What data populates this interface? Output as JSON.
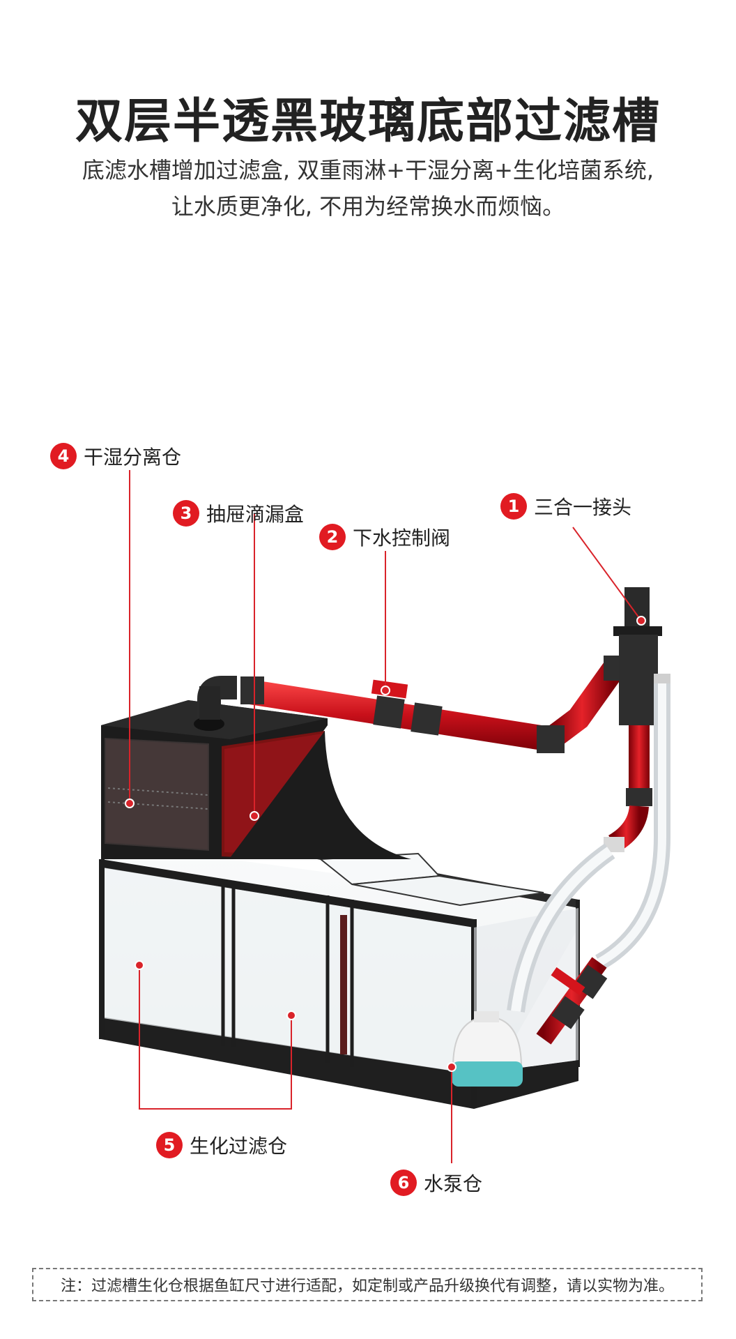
{
  "header": {
    "title": "双层半透黑玻璃底部过滤槽",
    "subtitle_line1": "底滤水槽增加过滤盒, 双重雨淋+干湿分离+生化培菌系统,",
    "subtitle_line2": "让水质更净化, 不用为经常换水而烦恼。"
  },
  "callouts": [
    {
      "num": "1",
      "text": "三合一接头"
    },
    {
      "num": "2",
      "text": "下水控制阀"
    },
    {
      "num": "3",
      "text": "抽屉滴漏盒"
    },
    {
      "num": "4",
      "text": "干湿分离仓"
    },
    {
      "num": "5",
      "text": "生化过滤仓"
    },
    {
      "num": "6",
      "text": "水泵仓"
    }
  ],
  "colors": {
    "accent": "#e11b22",
    "pipe_red": "#c8101a",
    "frame": "#1e1e1e"
  },
  "footer": {
    "note": "注：过滤槽生化仓根据鱼缸尺寸进行适配，如定制或产品升级换代有调整，请以实物为准。"
  }
}
